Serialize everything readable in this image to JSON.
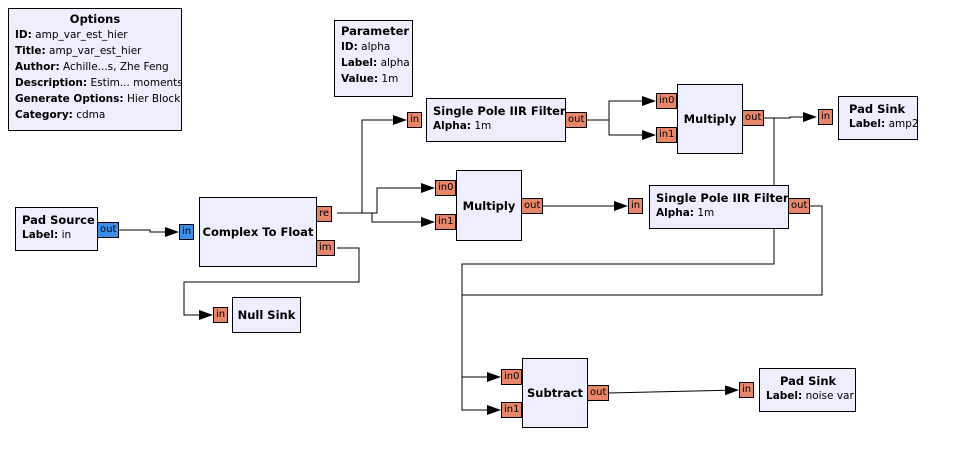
{
  "options": {
    "title": "Options",
    "rows": [
      {
        "k": "ID:",
        "v": "amp_var_est_hier"
      },
      {
        "k": "Title:",
        "v": "amp_var_est_hier"
      },
      {
        "k": "Author:",
        "v": "Achille...s, Zhe Feng"
      },
      {
        "k": "Description:",
        "v": "Estim... moments"
      },
      {
        "k": "Generate Options:",
        "v": "Hier Block"
      },
      {
        "k": "Category:",
        "v": "cdma"
      }
    ]
  },
  "parameter": {
    "title": "Parameter",
    "rows": [
      {
        "k": "ID:",
        "v": "alpha"
      },
      {
        "k": "Label:",
        "v": "alpha"
      },
      {
        "k": "Value:",
        "v": "1m"
      }
    ]
  },
  "pad_source": {
    "title": "Pad Source",
    "label_key": "Label:",
    "label_val": "in",
    "out": "out"
  },
  "c2f": {
    "title": "Complex To Float",
    "in": "in",
    "out_re": "re",
    "out_im": "im"
  },
  "null_sink": {
    "title": "Null Sink",
    "in": "in"
  },
  "iir1": {
    "title": "Single Pole IIR Filter",
    "alpha_key": "Alpha:",
    "alpha_val": "1m",
    "in": "in",
    "out": "out"
  },
  "iir2": {
    "title": "Single Pole IIR Filter",
    "alpha_key": "Alpha:",
    "alpha_val": "1m",
    "in": "in",
    "out": "out"
  },
  "mult1": {
    "title": "Multiply",
    "in0": "in0",
    "in1": "in1",
    "out": "out"
  },
  "mult2": {
    "title": "Multiply",
    "in0": "in0",
    "in1": "in1",
    "out": "out"
  },
  "subtract": {
    "title": "Subtract",
    "in0": "in0",
    "in1": "in1",
    "out": "out"
  },
  "pad_sink_amp2": {
    "title": "Pad Sink",
    "label_key": "Label:",
    "label_val": "amp2",
    "in": "in"
  },
  "pad_sink_noise": {
    "title": "Pad Sink",
    "label_key": "Label:",
    "label_val": "noise var",
    "in": "in"
  },
  "colors": {
    "block_bg": "#eeeeff",
    "float_port": "#e8866a",
    "complex_port": "#3a8ee8",
    "wire": "#000000"
  }
}
